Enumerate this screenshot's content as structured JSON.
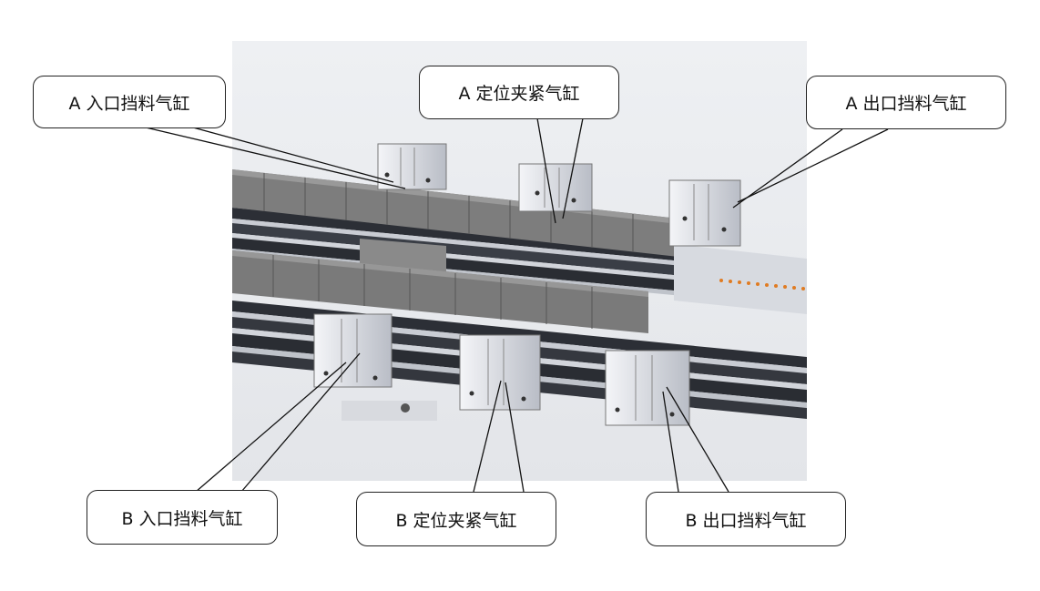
{
  "labels": {
    "a_inlet": "A 入口挡料气缸",
    "a_clamp": "A 定位夹紧气缸",
    "a_outlet": "A 出口挡料气缸",
    "b_inlet": "B 入口挡料气缸",
    "b_clamp": "B 定位夹紧气缸",
    "b_outlet": "B 出口挡料气缸"
  },
  "colors": {
    "background": "#ffffff",
    "render_bg": "#e9ebee",
    "block": "#7d7d7d",
    "rail_dark": "#2c2f36",
    "rail_light": "#c9ccd3",
    "cylinder": "#dfe2e8",
    "accent_dots": "#e07b22"
  }
}
